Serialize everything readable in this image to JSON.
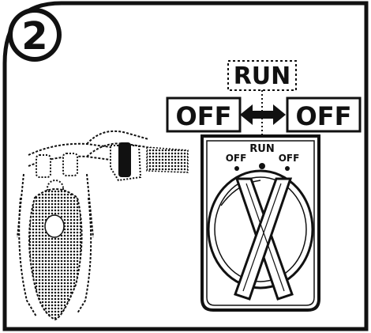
{
  "step": {
    "number": "2"
  },
  "switch_labels": {
    "run_top": "RUN",
    "off_left": "OFF",
    "off_right": "OFF"
  },
  "switch_face": {
    "off_left": "OFF",
    "run": "RUN",
    "off_right": "OFF"
  },
  "colors": {
    "ink": "#111111",
    "paper": "#ffffff",
    "halftone": "#555555"
  }
}
